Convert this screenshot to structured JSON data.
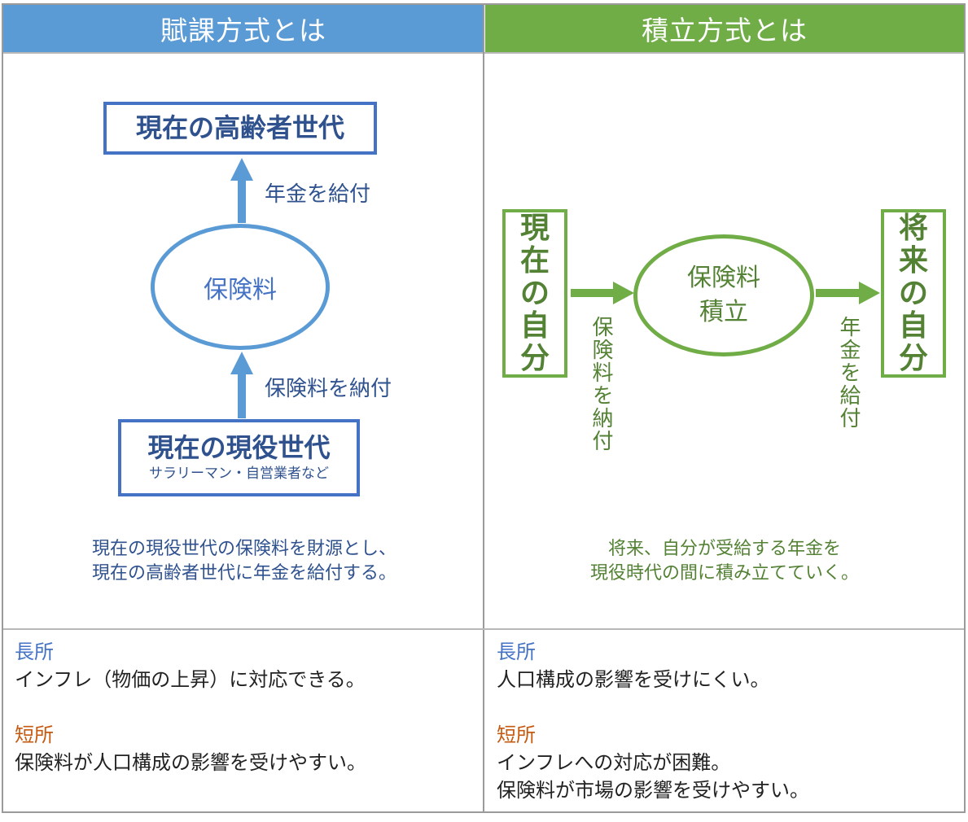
{
  "headers": {
    "left": "賦課方式とは",
    "right": "積立方式とは"
  },
  "fuka": {
    "top_box": "現在の高齢者世代",
    "arrow_up_label": "年金を給付",
    "ellipse": "保険料",
    "arrow_bottom_label": "保険料を納付",
    "bottom_box_title": "現在の現役世代",
    "bottom_box_sub": "サラリーマン・自営業者など",
    "description": [
      "現在の現役世代の保険料を財源とし、",
      "現在の高齢者世代に年金を給付する。"
    ]
  },
  "tsumitate": {
    "left_box": [
      "現",
      "在",
      "の",
      "自",
      "分"
    ],
    "arrow1_label": "保険料を納付",
    "ellipse": [
      "保険料",
      "積立"
    ],
    "arrow2_label": "年金を給付",
    "right_box": [
      "将",
      "来",
      "の",
      "自",
      "分"
    ],
    "description": [
      "将来、自分が受給する年金を",
      "現役時代の間に積み立てていく。"
    ]
  },
  "pros_cons": {
    "left": {
      "merit_heading": "長所",
      "merit": "インフレ（物価の上昇）に対応できる。",
      "demerit_heading": "短所",
      "demerit": "保険料が人口構成の影響を受けやすい。"
    },
    "right": {
      "merit_heading": "長所",
      "merit": "人口構成の影響を受けにくい。",
      "demerit_heading": "短所",
      "demerit_lines": [
        "インフレへの対応が困難。",
        "保険料が市場の影響を受けやすい。"
      ]
    }
  },
  "colors": {
    "blue_header": "#5b9bd5",
    "green_header": "#70ad47",
    "merit": "#4472c4",
    "demerit": "#c55a11"
  }
}
